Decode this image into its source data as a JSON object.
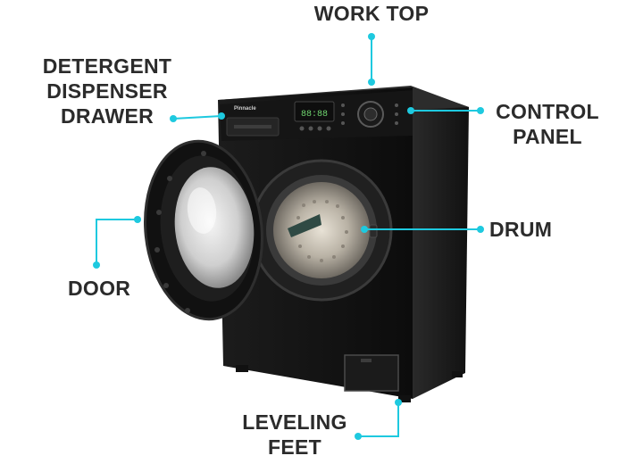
{
  "accent_color": "#1ec9df",
  "machine": {
    "brand_badge": "Pinnacle",
    "display_text": "88:88"
  },
  "labels": {
    "work_top": [
      "WORK TOP"
    ],
    "detergent_dispenser_drawer": [
      "DETERGENT",
      "DISPENSER",
      "DRAWER"
    ],
    "control_panel": [
      "CONTROL",
      "PANEL"
    ],
    "drum": [
      "DRUM"
    ],
    "door": [
      "DOOR"
    ],
    "leveling_feet": [
      "LEVELING",
      "FEET"
    ]
  }
}
